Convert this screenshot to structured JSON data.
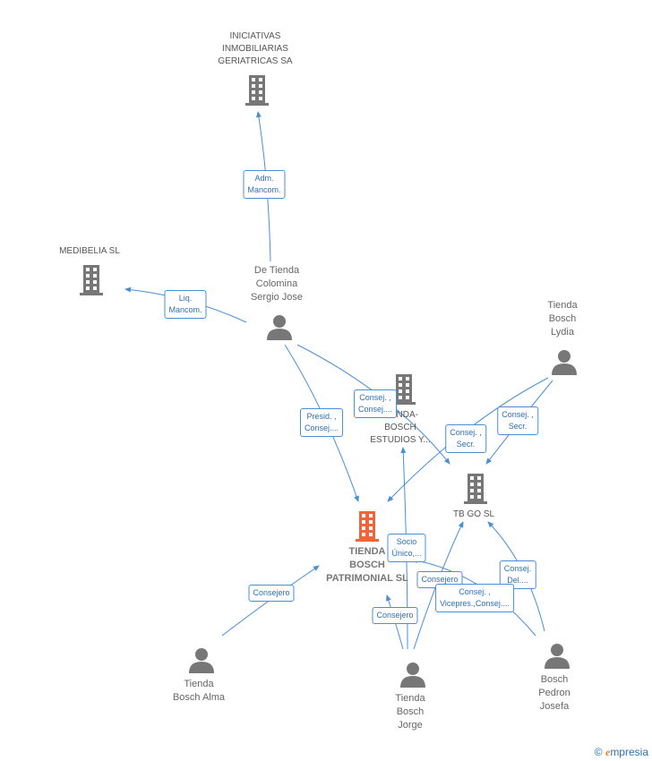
{
  "nodes": {
    "iniciativas": {
      "label_lines": [
        "INICIATIVAS",
        "INMOBILIARIAS",
        "GERIATRICAS SA"
      ]
    },
    "medibelia": {
      "label_lines": [
        "MEDIBELIA SL"
      ]
    },
    "de_tienda_colomina": {
      "label_lines": [
        "De Tienda",
        "Colomina",
        "Sergio Jose"
      ]
    },
    "tienda_bosch_lydia": {
      "label_lines": [
        "Tienda",
        "Bosch",
        "Lydia"
      ]
    },
    "tienda_bosch_estudios": {
      "label_lines": [
        "TIENDA-",
        "BOSCH",
        "ESTUDIOS Y..."
      ]
    },
    "tbgo": {
      "label_lines": [
        "TB GO SL"
      ]
    },
    "tienda_bosch_patrimonial": {
      "label_lines": [
        "TIENDA",
        "BOSCH",
        "PATRIMONIAL SL"
      ]
    },
    "tienda_bosch_alma": {
      "label_lines": [
        "Tienda",
        "Bosch Alma"
      ]
    },
    "tienda_bosch_jorge": {
      "label_lines": [
        "Tienda",
        "Bosch",
        "Jorge"
      ]
    },
    "bosch_pedron_josefa": {
      "label_lines": [
        "Bosch",
        "Pedron",
        "Josefa"
      ]
    }
  },
  "edges": {
    "adm_mancom": {
      "lines": [
        "Adm.",
        "Mancom."
      ]
    },
    "liq_mancom": {
      "lines": [
        "Liq.",
        "Mancom."
      ]
    },
    "consej_consej": {
      "lines": [
        "Consej. ,",
        "Consej...."
      ]
    },
    "presid_consej": {
      "lines": [
        "Presid. ,",
        "Consej...."
      ]
    },
    "consej_secr_1": {
      "lines": [
        "Consej. ,",
        "Secr."
      ]
    },
    "consej_secr_2": {
      "lines": [
        "Consej. ,",
        "Secr."
      ]
    },
    "socio_unico": {
      "lines": [
        "Socio",
        "Único,..."
      ]
    },
    "consejero_jorge_tb": {
      "lines": [
        "Consejero"
      ]
    },
    "consej_del": {
      "lines": [
        "Consej.",
        "Del...."
      ]
    },
    "consej_vicepres": {
      "lines": [
        "Consej. ,",
        "Vicepres.,Consej...."
      ]
    },
    "consejero_alma": {
      "lines": [
        "Consejero"
      ]
    },
    "consejero_jorge": {
      "lines": [
        "Consejero"
      ]
    }
  },
  "colors": {
    "link": "#4a8fd6",
    "company_icon": "#777777",
    "main_icon": "#f0643a",
    "person_icon": "#777777"
  },
  "footer": {
    "copyright": "©",
    "brand_first": "e",
    "brand_rest": "mpresia"
  }
}
